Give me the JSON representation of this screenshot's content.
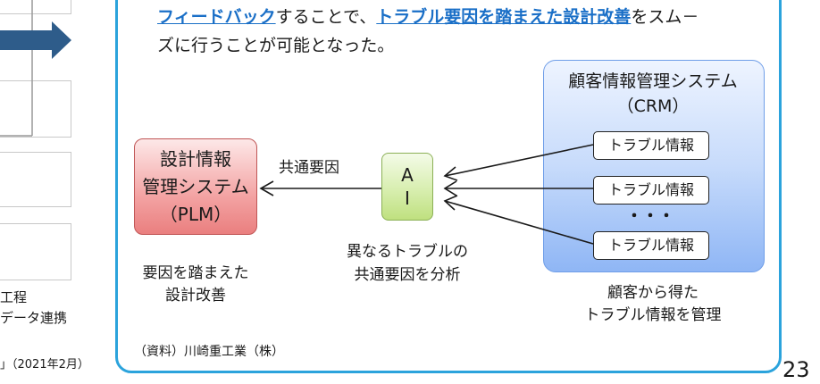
{
  "intro": {
    "line1_highlight1": "フィードバック",
    "line1_mid": "することで、",
    "line1_highlight2": "トラブル要因を踏まえた設計改善",
    "line1_end": "をスム－",
    "line2": "ズに行うことが可能となった。"
  },
  "crm": {
    "title_line1": "顧客情報管理システム",
    "title_line2": "（CRM）",
    "boxes": [
      "トラブル情報",
      "トラブル情報",
      "トラブル情報"
    ],
    "ellipsis": "・・・",
    "caption_line1": "顧客から得た",
    "caption_line2": "トラブル情報を管理"
  },
  "plm": {
    "line1": "設計情報",
    "line2": "管理システム",
    "line3": "（PLM）",
    "caption_line1": "要因を踏まえた",
    "caption_line2": "設計改善"
  },
  "ai": {
    "line1": "A",
    "line2": "I",
    "caption_line1": "異なるトラブルの",
    "caption_line2": "共通要因を分析"
  },
  "edge_label": "共通要因",
  "source": "（資料）川崎重工業（株）",
  "page_number": "23",
  "left_panel": {
    "text_line1": "工程",
    "text_line2": "データ連携",
    "footnote": "」（2021年2月）"
  },
  "colors": {
    "frame": "#2ba3dc",
    "highlight": "#1a6fc7",
    "arrow": "#2e5c8a"
  }
}
